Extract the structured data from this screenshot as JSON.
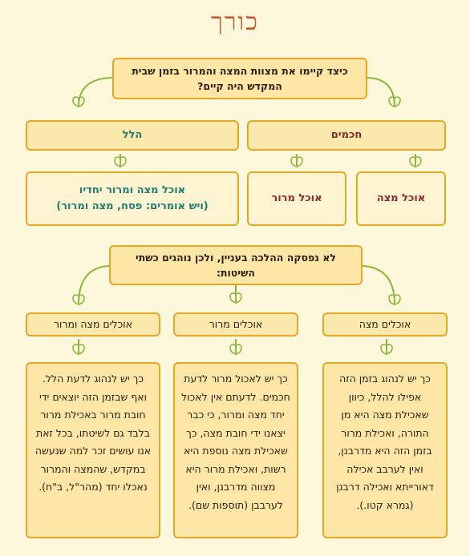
{
  "title": "כורך",
  "question1": "כיצד קיימו את מצוות המצה והמרור בזמן שבית המקדש היה קיים?",
  "hillel": {
    "label": "הלל"
  },
  "chachamim": {
    "label": "חכמים"
  },
  "hillel_option": {
    "line1": "אוכל מצה ומרור יחדיו",
    "line2": "(ויש אומרים: פסח, מצה ומרור)"
  },
  "chachamim_options": {
    "maror": "אוכל מרור",
    "matzah": "אוכל מצה"
  },
  "question2": "לא נפסקה ההלכה בעניין, ולכן נוהגים כשתי השיטות:",
  "columns": {
    "left": {
      "header": "אוכלים מצה ומרור",
      "body": "כך יש לנהוג לדעת הלל. ואף שבזמן הזה יוצאים ידי חובת מרור באכילת מרור בלבד גם לשיטתו, בכל זאת אנו עושים זכר למה שנעשה במקדש, שהמצה והמרור נאכלו יחד (מהר\"ל, ב\"ח)."
    },
    "middle": {
      "header": "אוכלים מרור",
      "body": "כך יש לאכול מרור לדעת חכמים. לדעתם אין לאכול יחד מצה ומרור, כי כבר יצאנו ידי חובת מצה, כך שאכילת מצה נוספת היא רשות, ואכילת מרור היא מצווה מדרבנן, ואין לערבבן (תוספות שם)."
    },
    "right": {
      "header": "אוכלים מצה",
      "body": "כך יש לנהוג בזמן הזה אפילו להלל, כיוון שאכילת מצה היא מן התורה, ואכילת מרור בזמן הזה היא מדרבנן, ואין לערבב אכילה דאורייתא ואכילה דרבנן (גמרא קטו.)."
    }
  },
  "colors": {
    "border": "#e3a826",
    "connector": "#8bb83a",
    "title": "#c2572a",
    "teal": "#1f7b72",
    "maroon": "#8a2a2a"
  }
}
